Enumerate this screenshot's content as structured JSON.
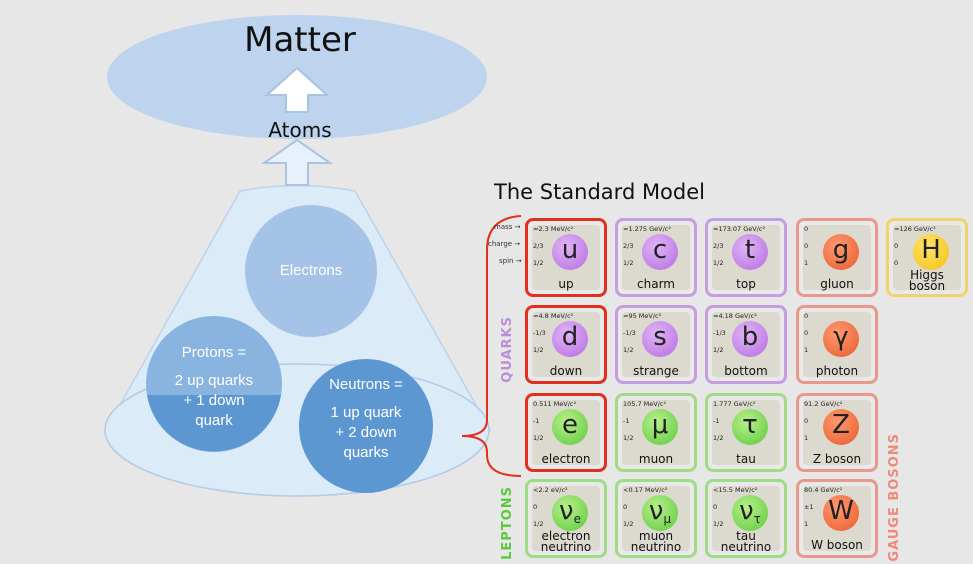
{
  "title": "Matter",
  "atoms_label": "Atoms",
  "electrons_label": "Electrons",
  "protons": {
    "title": "Protons =",
    "desc": "2 up quarks\n+ 1 down\nquark"
  },
  "neutrons": {
    "title": "Neutrons =",
    "desc": "1 up quark\n+ 2 down\nquarks"
  },
  "standard_model_title": "The Standard Model",
  "legend": {
    "mass": "mass →",
    "charge": "charge →",
    "spin": "spin →"
  },
  "groups": {
    "quarks": "QUARKS",
    "leptons": "LEPTONS",
    "gauge_bosons": "GAUGE BOSONS"
  },
  "colors": {
    "quark": "#b56be0",
    "lepton": "#5bc93a",
    "gauge": "#e85a2a",
    "higgs": "#f5c010",
    "highlight": "#e0301e",
    "cone": "#c8d8ef"
  },
  "particles": [
    {
      "symbol": "u",
      "name": "up",
      "mass": "≈2.3 MeV/c²",
      "charge": "2/3",
      "spin": "1/2",
      "group": "quark"
    },
    {
      "symbol": "c",
      "name": "charm",
      "mass": "≈1.275 GeV/c²",
      "charge": "2/3",
      "spin": "1/2",
      "group": "quark"
    },
    {
      "symbol": "t",
      "name": "top",
      "mass": "≈173.07 GeV/c²",
      "charge": "2/3",
      "spin": "1/2",
      "group": "quark"
    },
    {
      "symbol": "g",
      "name": "gluon",
      "mass": "0",
      "charge": "0",
      "spin": "1",
      "group": "gauge"
    },
    {
      "symbol": "H",
      "name": "Higgs\nboson",
      "mass": "≈126 GeV/c²",
      "charge": "0",
      "spin": "0",
      "group": "higgs"
    },
    {
      "symbol": "d",
      "name": "down",
      "mass": "≈4.8 MeV/c²",
      "charge": "-1/3",
      "spin": "1/2",
      "group": "quark"
    },
    {
      "symbol": "s",
      "name": "strange",
      "mass": "≈95 MeV/c²",
      "charge": "-1/3",
      "spin": "1/2",
      "group": "quark"
    },
    {
      "symbol": "b",
      "name": "bottom",
      "mass": "≈4.18 GeV/c²",
      "charge": "-1/3",
      "spin": "1/2",
      "group": "quark"
    },
    {
      "symbol": "γ",
      "name": "photon",
      "mass": "0",
      "charge": "0",
      "spin": "1",
      "group": "gauge"
    },
    {
      "symbol": "e",
      "name": "electron",
      "mass": "0.511 MeV/c²",
      "charge": "-1",
      "spin": "1/2",
      "group": "lepton"
    },
    {
      "symbol": "μ",
      "name": "muon",
      "mass": "105.7 MeV/c²",
      "charge": "-1",
      "spin": "1/2",
      "group": "lepton"
    },
    {
      "symbol": "τ",
      "name": "tau",
      "mass": "1.777 GeV/c²",
      "charge": "-1",
      "spin": "1/2",
      "group": "lepton"
    },
    {
      "symbol": "Z",
      "name": "Z boson",
      "mass": "91.2 GeV/c²",
      "charge": "0",
      "spin": "1",
      "group": "gauge"
    },
    {
      "symbol": "ν",
      "sub": "e",
      "name": "electron\nneutrino",
      "mass": "<2.2 eV/c²",
      "charge": "0",
      "spin": "1/2",
      "group": "lepton"
    },
    {
      "symbol": "ν",
      "sub": "μ",
      "name": "muon\nneutrino",
      "mass": "<0.17 MeV/c²",
      "charge": "0",
      "spin": "1/2",
      "group": "lepton"
    },
    {
      "symbol": "ν",
      "sub": "τ",
      "name": "tau\nneutrino",
      "mass": "<15.5 MeV/c²",
      "charge": "0",
      "spin": "1/2",
      "group": "lepton"
    },
    {
      "symbol": "W",
      "name": "W boson",
      "mass": "80.4 GeV/c²",
      "charge": "±1",
      "spin": "1",
      "group": "gauge"
    }
  ]
}
